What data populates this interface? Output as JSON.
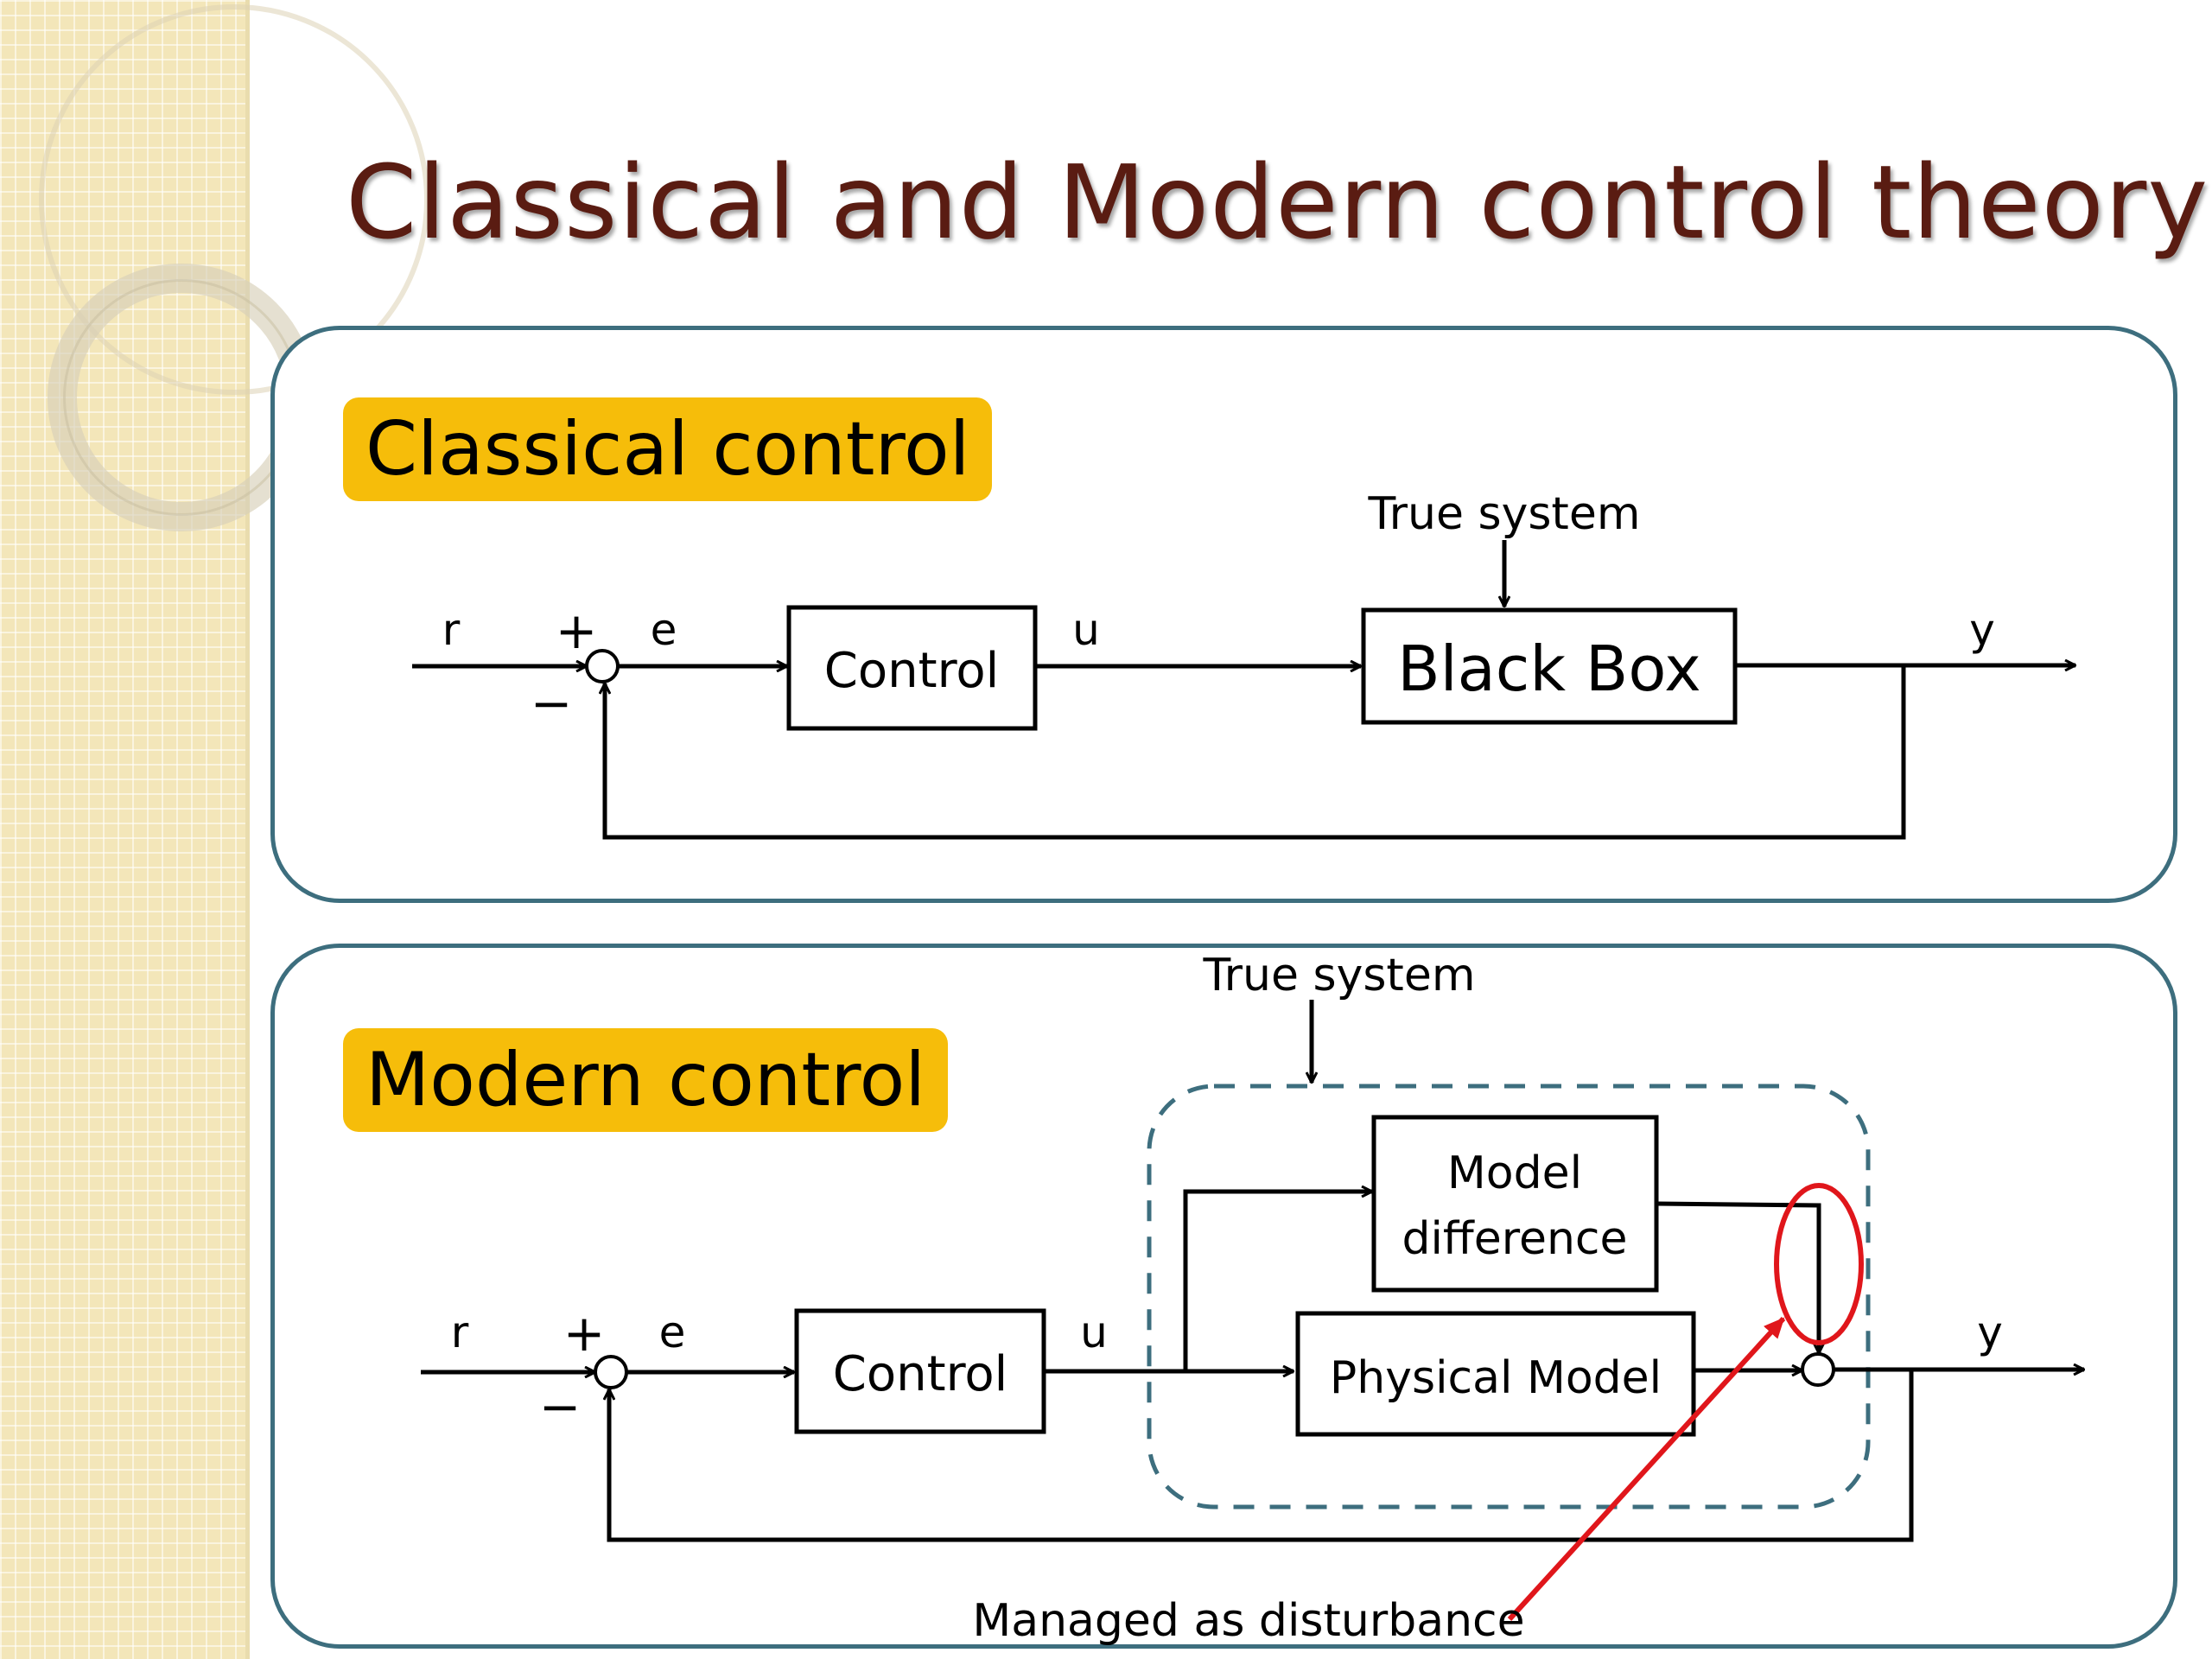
{
  "slide": {
    "title": "Classical and Modern control theory"
  },
  "classical": {
    "heading": "Classical control",
    "true_system_label": "True system",
    "r": "r",
    "plus": "+",
    "minus": "−",
    "e": "e",
    "control_block": "Control",
    "u": "u",
    "black_box_block": "Black Box",
    "y": "y"
  },
  "modern": {
    "heading": "Modern control",
    "true_system_label": "True system",
    "r": "r",
    "plus": "+",
    "minus": "−",
    "e": "e",
    "control_block": "Control",
    "u": "u",
    "model_difference_line1": "Model",
    "model_difference_line2": "difference",
    "physical_model_block": "Physical Model",
    "y": "y",
    "annotation": "Managed as disturbance"
  },
  "colors": {
    "title": "#5a1c12",
    "panel_border": "#3d6e7e",
    "tag_background": "#f6bd0a",
    "highlight": "#e0161b",
    "dashed_box": "#3d6e7e"
  }
}
